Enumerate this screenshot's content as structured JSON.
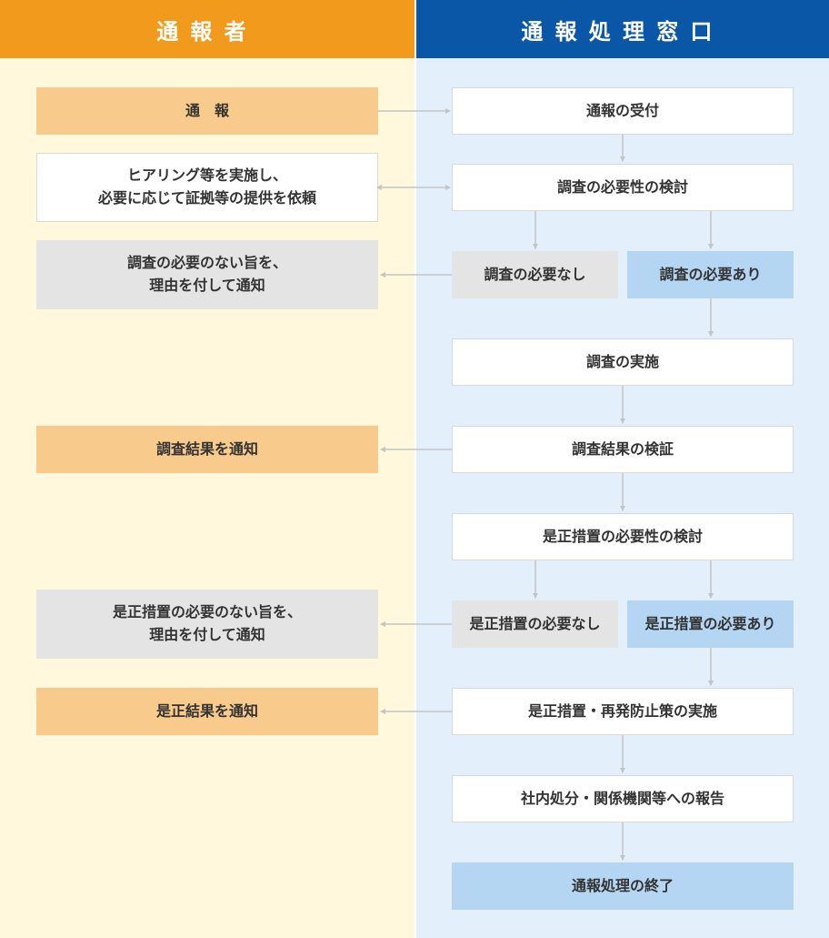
{
  "header": {
    "reporter": "通報者",
    "desk": "通報処理窓口"
  },
  "reporter_steps": {
    "report": "通　報",
    "hearing": "ヒアリング等を実施し、\n必要に応じて証拠等の提供を依頼",
    "no_investigation": "調査の必要のない旨を、\n理由を付して通知",
    "investigation_result": "調査結果を通知",
    "no_correction": "是正措置の必要のない旨を、\n理由を付して通知",
    "correction_result": "是正結果を通知"
  },
  "desk_steps": {
    "receipt": "通報の受付",
    "review_investigation": "調査の必要性の検討",
    "investigation_not_needed": "調査の必要なし",
    "investigation_needed": "調査の必要あり",
    "conduct_investigation": "調査の実施",
    "verify_results": "調査結果の検証",
    "review_correction": "是正措置の必要性の検討",
    "correction_not_needed": "是正措置の必要なし",
    "correction_needed": "是正措置の必要あり",
    "implement_correction": "是正措置・再発防止策の実施",
    "report_internal": "社内処分・関係機関等への報告",
    "end_processing": "通報処理の終了"
  },
  "colors": {
    "reporter_header": "#f29a1c",
    "desk_header": "#0a57a8",
    "reporter_bg": "#fff8dc",
    "desk_bg": "#e3f0fb",
    "orange_box": "#f8cb8c",
    "gray_box": "#e4e4e4",
    "blue_box": "#b5d6f2",
    "arrow": "#c4c4c4"
  }
}
